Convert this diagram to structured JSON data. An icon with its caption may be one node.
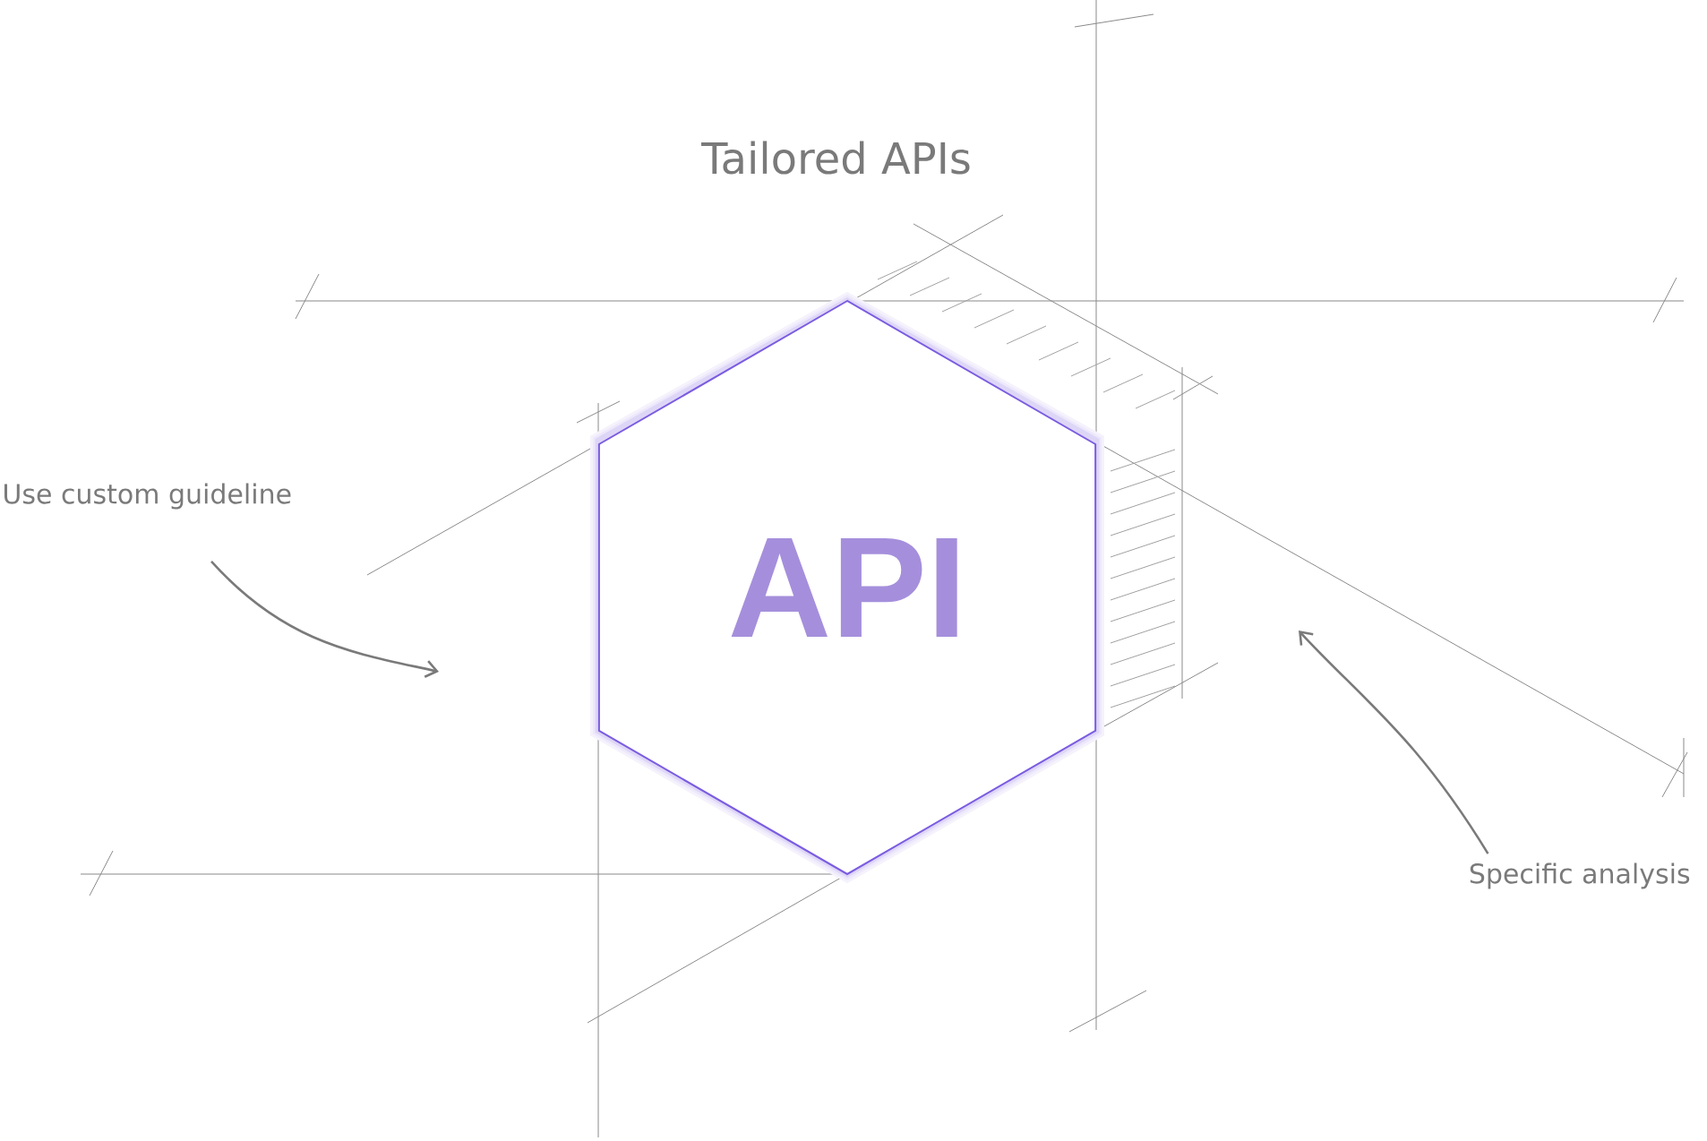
{
  "diagram": {
    "nodes": [
      {
        "text": [
          "API"
        ]
      },
      {
        "text": [
          "Use custom guideline"
        ]
      },
      {
        "text": [
          "Specific analysis"
        ]
      }
    ],
    "edges": [
      {
        "from": 1,
        "to": null,
        "arrow": "to"
      },
      {
        "from": 2,
        "to": null,
        "arrow": "to"
      }
    ],
    "labels": [
      "Tailored APIs"
    ]
  }
}
